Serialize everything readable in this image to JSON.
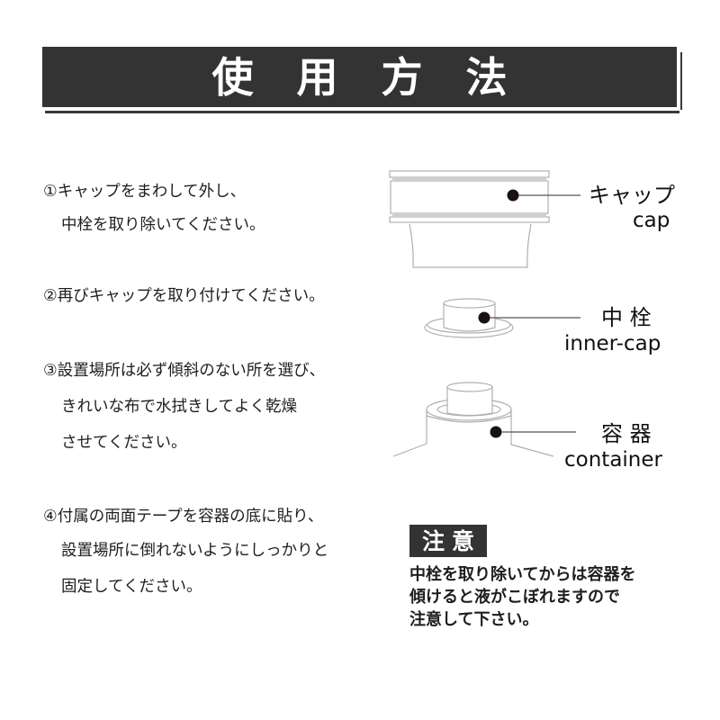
{
  "header": {
    "title": "使用方法",
    "bar_color": "#333333"
  },
  "steps": [
    {
      "number": "①",
      "lines": [
        "①キャップをまわして外し、",
        "中栓を取り除いてください。"
      ]
    },
    {
      "number": "②",
      "lines": [
        "②再びキャップを取り付けてください。"
      ]
    },
    {
      "number": "③",
      "lines": [
        "③設置場所は必ず傾斜のない所を選び、",
        "きれいな布で水拭きしてよく乾燥",
        "させてください。"
      ]
    },
    {
      "number": "④",
      "lines": [
        "④付属の両面テープを容器の底に貼り、",
        "設置場所に倒れないようにしっかりと",
        "固定してください。"
      ]
    }
  ],
  "diagram": {
    "parts": [
      {
        "id": "cap",
        "label_jp": "キャップ",
        "label_en": "cap",
        "icon": "cap-illustration"
      },
      {
        "id": "inner-cap",
        "label_jp": "中 栓",
        "label_en": "inner-cap",
        "icon": "inner-cap-illustration"
      },
      {
        "id": "container",
        "label_jp": "容 器",
        "label_en": "container",
        "icon": "container-illustration"
      }
    ],
    "line_color": "#aaaaaa",
    "marker_color": "#1a1212"
  },
  "caution": {
    "badge": "注意",
    "lines": [
      "中栓を取り除いてからは容器を",
      "傾けると液がこぼれますので",
      "注意して下さい。"
    ]
  }
}
